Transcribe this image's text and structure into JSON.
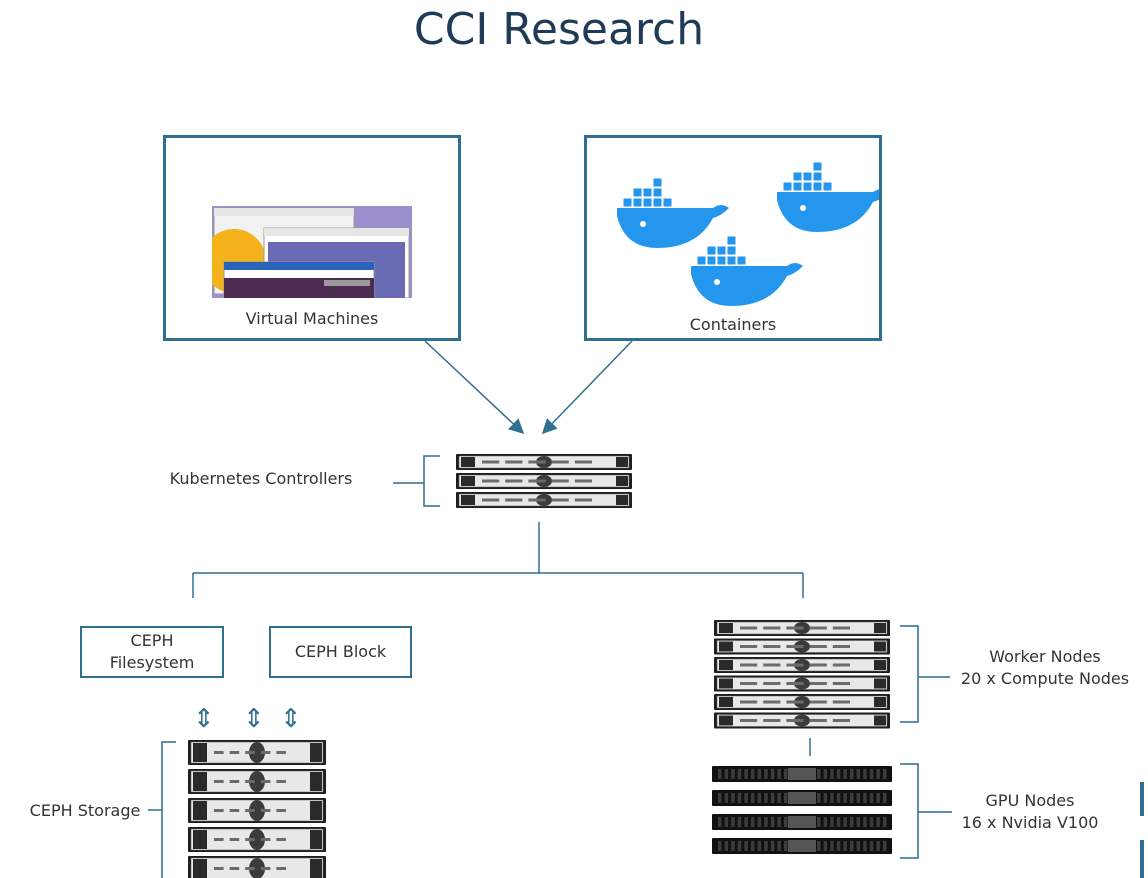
{
  "title": "CCI Research",
  "vm": {
    "label": "Virtual Machines"
  },
  "containers": {
    "label": "Containers"
  },
  "k8s": {
    "label": "Kubernetes Controllers"
  },
  "ceph_fs": {
    "line1": "CEPH",
    "line2": "Filesystem"
  },
  "ceph_block": {
    "label": "CEPH Block"
  },
  "ceph_storage": {
    "label": "CEPH Storage"
  },
  "worker": {
    "line1": "Worker Nodes",
    "line2": "20 x Compute Nodes"
  },
  "gpu": {
    "line1": "GPU Nodes",
    "line2": "16 x Nvidia V100"
  },
  "colors": {
    "accent": "#2f6f8f",
    "docker_blue": "#2496ed",
    "server_dark": "#1e1e1e"
  }
}
